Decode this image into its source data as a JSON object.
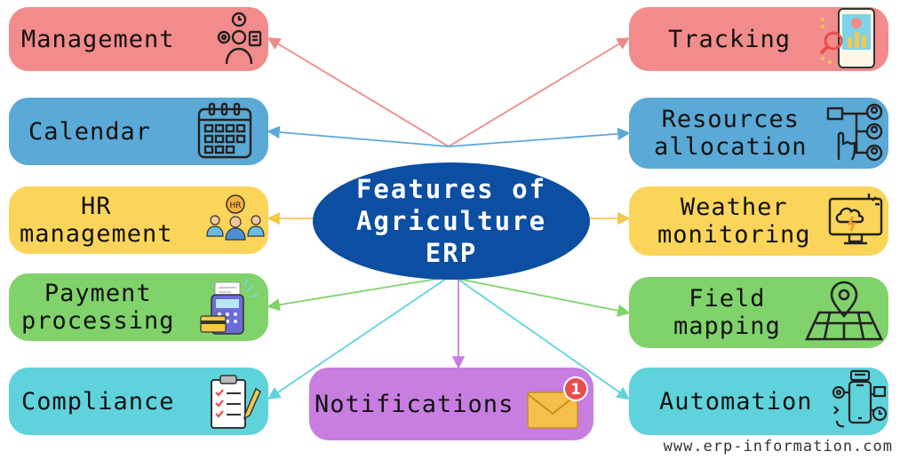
{
  "center": {
    "title": "Features of\nAgriculture\nERP"
  },
  "features": {
    "management": {
      "label": "Management",
      "icon": "team-gear-icon",
      "color": "#f28b8b"
    },
    "tracking": {
      "label": "Tracking",
      "icon": "phone-chart-icon",
      "color": "#f28b8b"
    },
    "calendar": {
      "label": "Calendar",
      "icon": "calendar-icon",
      "color": "#5aa9d6"
    },
    "resources": {
      "label": "Resources\nallocation",
      "icon": "user-network-icon",
      "color": "#5aa9d6"
    },
    "hr": {
      "label": "HR\nmanagement",
      "icon": "hr-team-icon",
      "color": "#fbd55a"
    },
    "weather": {
      "label": "Weather\nmonitoring",
      "icon": "monitor-cloud-icon",
      "color": "#fbd55a"
    },
    "payment": {
      "label": "Payment\nprocessing",
      "icon": "payment-terminal-icon",
      "color": "#7fd36a"
    },
    "field": {
      "label": "Field\nmapping",
      "icon": "map-pin-icon",
      "color": "#7fd36a"
    },
    "compliance": {
      "label": "Compliance",
      "icon": "clipboard-check-icon",
      "color": "#5fd3dc"
    },
    "notifications": {
      "label": "Notifications",
      "icon": "envelope-badge-icon",
      "badge": "1",
      "color": "#c77ee0"
    },
    "automation": {
      "label": "Automation",
      "icon": "phone-automation-icon",
      "color": "#5fd3dc"
    }
  },
  "footer": {
    "url": "www.erp-information.com"
  }
}
